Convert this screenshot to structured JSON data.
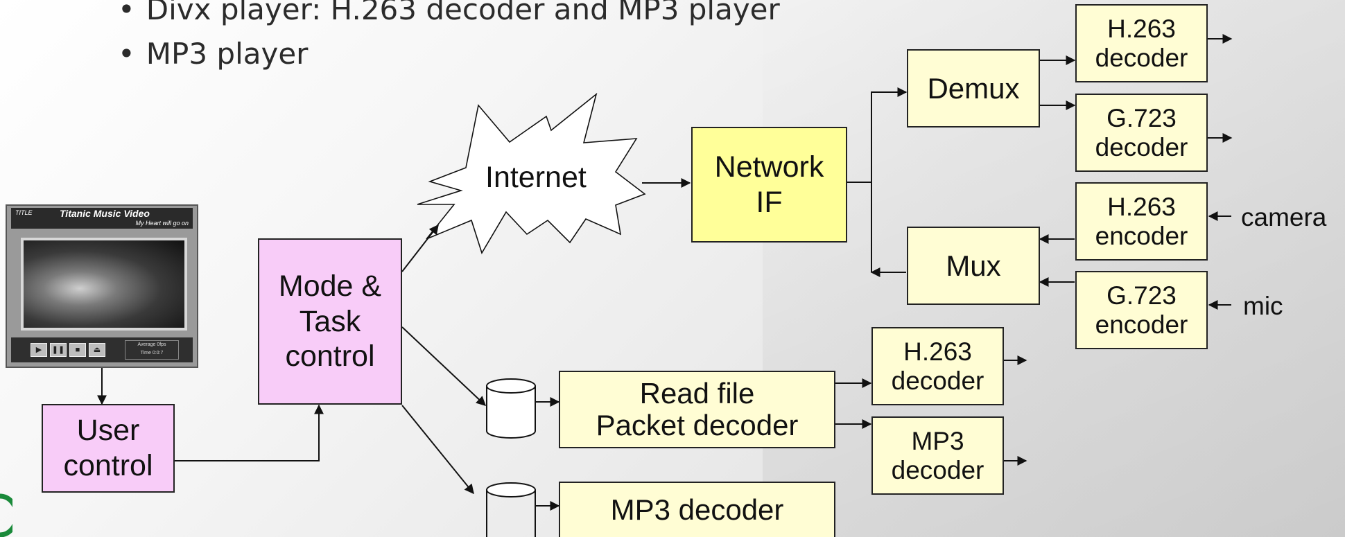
{
  "bullets": [
    "Divx player: H.263 decoder and MP3 player",
    "MP3 player"
  ],
  "video_player": {
    "title_tag": "TITLE",
    "title": "Titanic Music Video",
    "subtitle": "My Heart will go on",
    "stats_line1": "Average  0fps",
    "stats_line2": "Time  0:0:7"
  },
  "nodes": {
    "user_control": [
      "User",
      "control"
    ],
    "mode_task": [
      "Mode &",
      "Task",
      "control"
    ],
    "internet": "Internet",
    "network_if": [
      "Network",
      "IF"
    ],
    "demux": "Demux",
    "mux": "Mux",
    "h263_decoder_top": [
      "H.263",
      "decoder"
    ],
    "g723_decoder": [
      "G.723",
      "decoder"
    ],
    "h263_encoder": [
      "H.263",
      "encoder"
    ],
    "g723_encoder": [
      "G.723",
      "encoder"
    ],
    "read_file": [
      "Read file",
      "Packet decoder"
    ],
    "h263_decoder_file": [
      "H.263",
      "decoder"
    ],
    "mp3_decoder_file": [
      "MP3",
      "decoder"
    ],
    "mp3_decoder": "MP3 decoder"
  },
  "labels": {
    "camera": "camera",
    "mic": "mic"
  },
  "colors": {
    "pink": "#f8ccf8",
    "yellow": "#ffff99",
    "pale_yellow": "#fffdd4",
    "line": "#111111"
  }
}
